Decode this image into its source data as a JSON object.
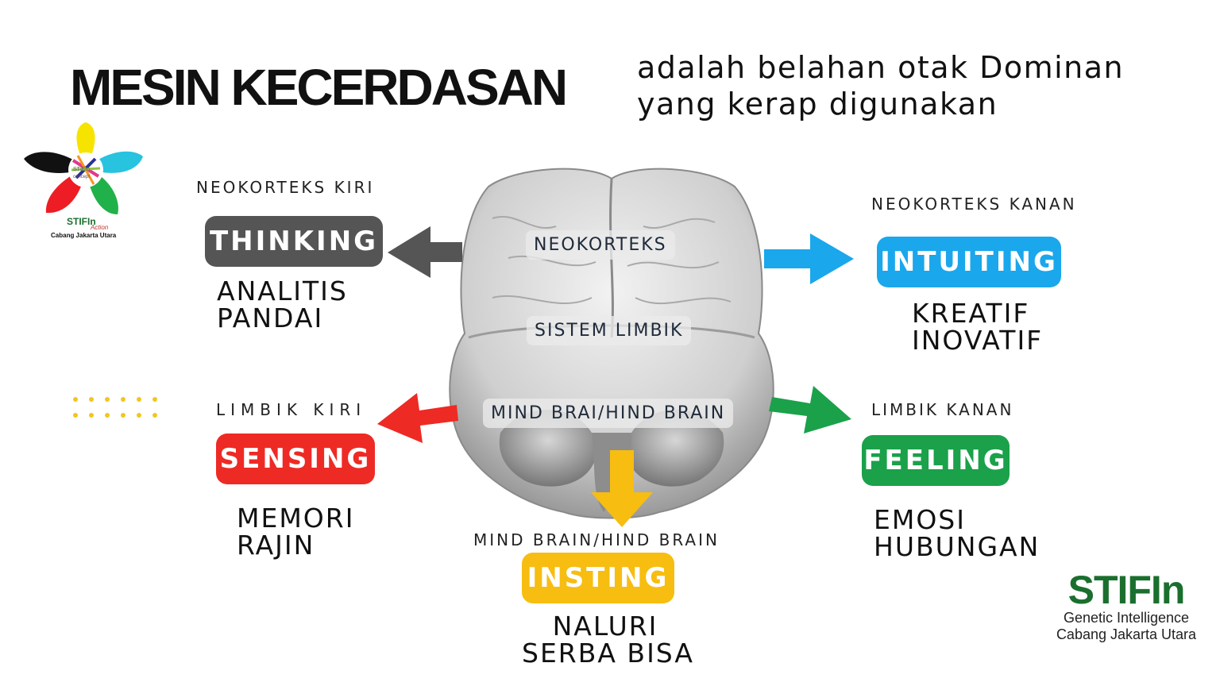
{
  "header": {
    "title": "MESIN KECERDASAN",
    "subtitle_line1": "adalah belahan otak Dominan",
    "subtitle_line2": "yang kerap digunakan"
  },
  "logo": {
    "inner_line1": "STIFIn",
    "inner_line2": "concept",
    "bottom_line1": "STIFIn",
    "bottom_line2": "Action",
    "bottom_line3": "Cabang Jakarta Utara"
  },
  "brain_labels": {
    "neokorteks": "NEOKORTEKS",
    "sistem_limbik": "SISTEM LIMBIK",
    "mind_brai": "MIND BRAI/HIND BRAIN"
  },
  "types": {
    "thinking": {
      "region": "NEOKORTEKS KIRI",
      "label": "THINKING",
      "traits": [
        "ANALITIS",
        "PANDAI"
      ],
      "color": "#555555"
    },
    "intuiting": {
      "region": "NEOKORTEKS KANAN",
      "label": "INTUITING",
      "traits": [
        "KREATIF",
        "INOVATIF"
      ],
      "color": "#1aa7ec"
    },
    "sensing": {
      "region": "LIMBIK KIRI",
      "label": "SENSING",
      "traits": [
        "MEMORI",
        "RAJIN"
      ],
      "color": "#ee2a24"
    },
    "feeling": {
      "region": "LIMBIK KANAN",
      "label": "FEELING",
      "traits": [
        "EMOSI",
        "HUBUNGAN"
      ],
      "color": "#1aa14a"
    },
    "insting": {
      "region": "MIND BRAIN/HIND BRAIN",
      "label": "INSTING",
      "traits": [
        "NALURI",
        "SERBA BISA"
      ],
      "color": "#f7bd10"
    }
  },
  "brand": {
    "name": "STIFIn",
    "line1": "Genetic Intelligence",
    "line2": "Cabang Jakarta Utara",
    "color": "#1b6f2e"
  }
}
